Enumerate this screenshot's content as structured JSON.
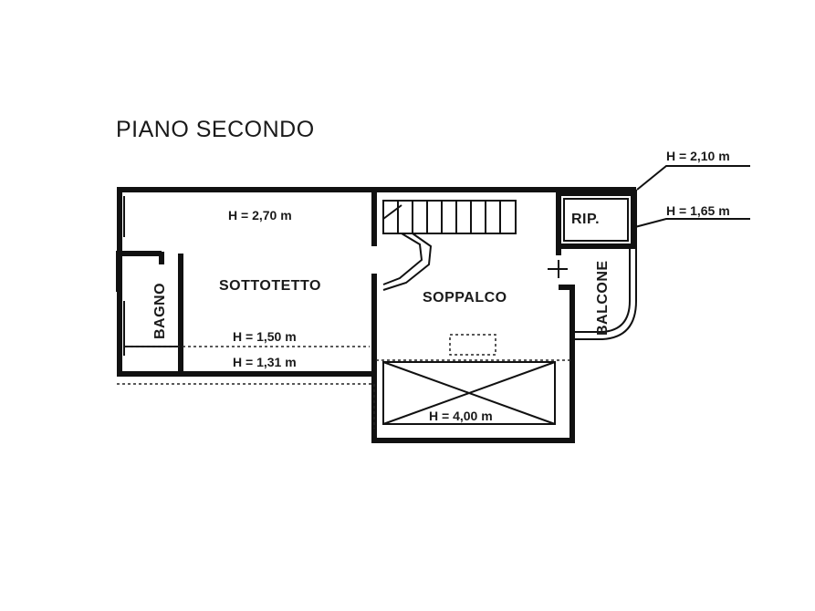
{
  "title": "PIANO SECONDO",
  "rooms": {
    "sottotetto": "SOTTOTETTO",
    "soppalco": "SOPPALCO",
    "bagno": "BAGNO",
    "rip": "RIP.",
    "balcone": "BALCONE"
  },
  "heights": {
    "sottotetto": "H = 2,70 m",
    "line_150": "H = 1,50 m",
    "line_131": "H = 1,31 m",
    "soppalco": "H = 4,00 m",
    "rip_top": "H = 2,10 m",
    "rip_side": "H = 1,65 m"
  },
  "colors": {
    "ink": "#111111",
    "paper": "#ffffff"
  }
}
